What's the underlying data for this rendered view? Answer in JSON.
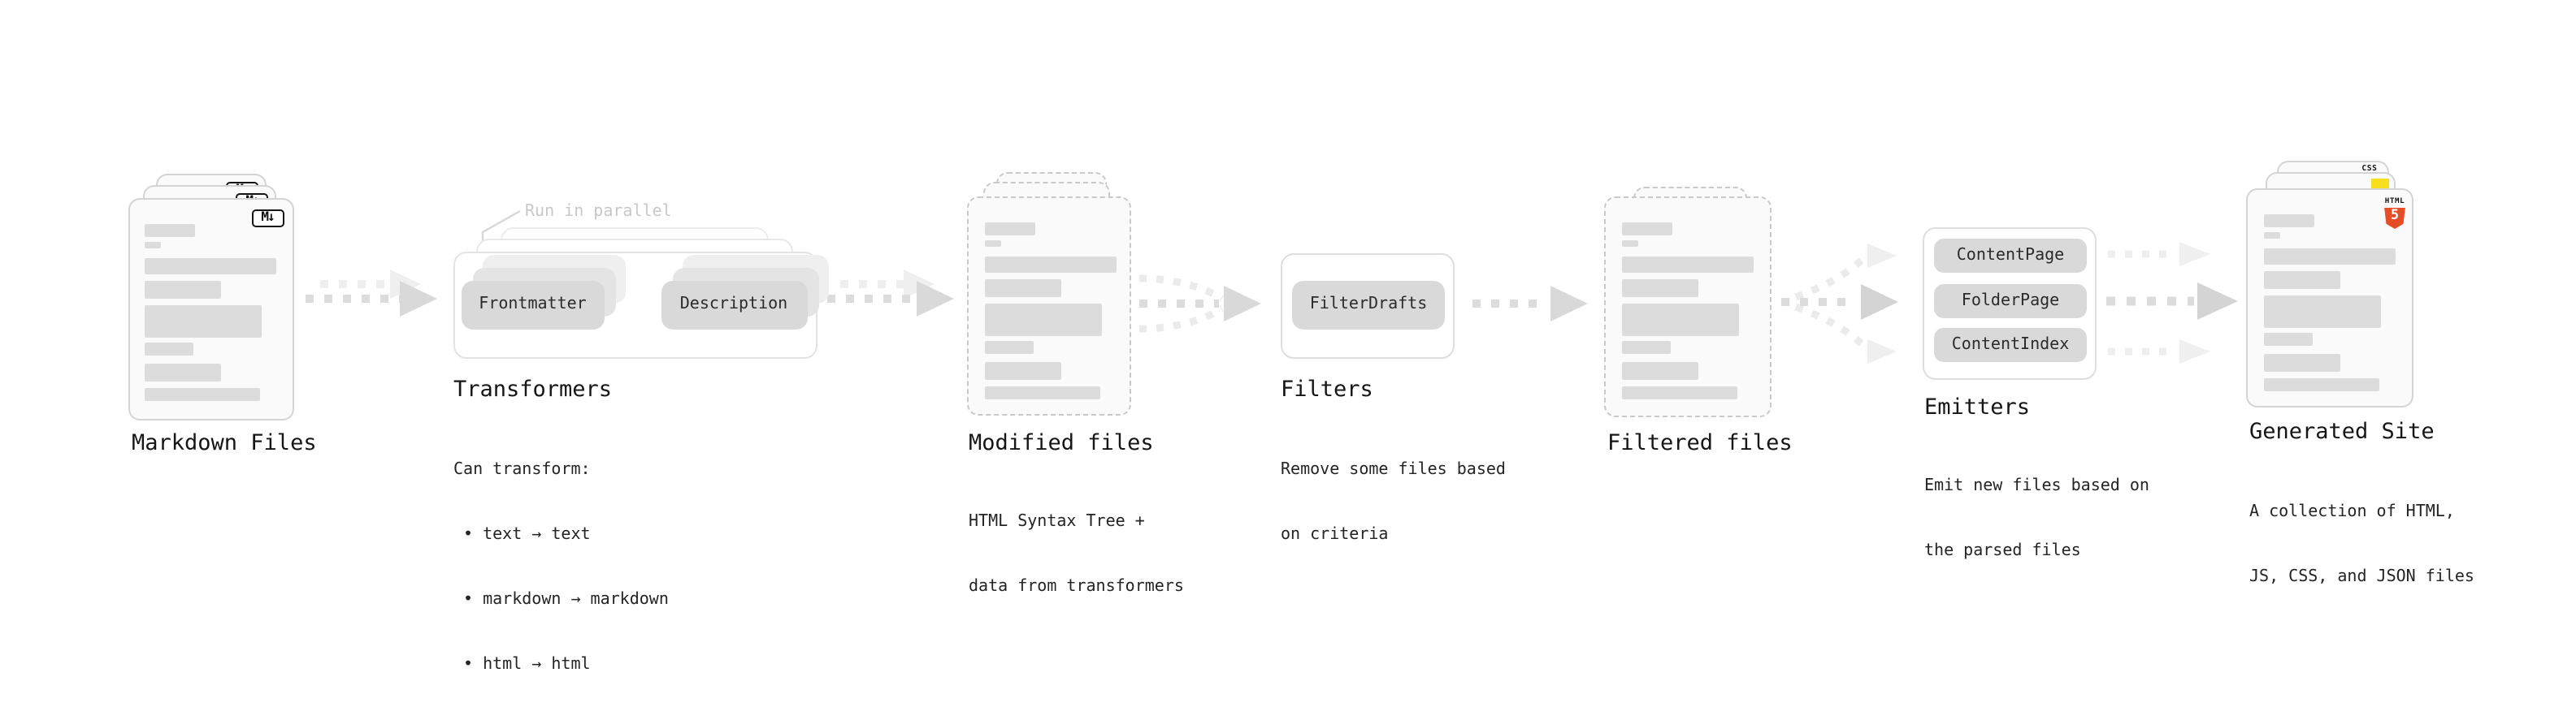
{
  "markdown": {
    "label": "Markdown Files",
    "badge": "M↓"
  },
  "transformers": {
    "label": "Transformers",
    "note": "Run in parallel",
    "node1": "Frontmatter",
    "node2": "Description",
    "desc_title": "Can transform:",
    "bullet1": "• text → text",
    "bullet2": "• markdown → markdown",
    "bullet3": "• html → html"
  },
  "modified": {
    "label": "Modified files",
    "desc_line1": "HTML Syntax Tree +",
    "desc_line2": "data from transformers"
  },
  "filters": {
    "label": "Filters",
    "node1": "FilterDrafts",
    "desc_line1": "Remove some files based",
    "desc_line2": "on criteria"
  },
  "filtered": {
    "label": "Filtered files"
  },
  "emitters": {
    "label": "Emitters",
    "node1": "ContentPage",
    "node2": "FolderPage",
    "node3": "ContentIndex",
    "desc_line1": "Emit new files based on",
    "desc_line2": "the parsed files"
  },
  "generated": {
    "label": "Generated Site",
    "badge_css": "CSS",
    "badge_html_label": "HTML",
    "badge_html_number": "5",
    "desc_line1": "A collection of HTML,",
    "desc_line2": "JS, CSS, and JSON files"
  },
  "colors": {
    "text": "#1c1c1c",
    "note_muted": "#c8c8c8",
    "node_fill": "#d9d9d9",
    "bar_fill": "#dcdcdc",
    "arrow": "#dcdcdc",
    "html5_orange": "#e44d26",
    "js_yellow": "#f7df1e",
    "css_blue": "#2b63f6"
  }
}
